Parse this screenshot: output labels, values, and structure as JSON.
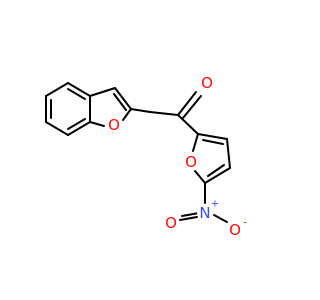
{
  "molecule": {
    "atoms": {
      "carbonyl_o": {
        "label": "O",
        "charge": ""
      },
      "benzofuran_o": {
        "label": "O",
        "charge": ""
      },
      "furan_o": {
        "label": "O",
        "charge": ""
      },
      "nitro_n": {
        "label": "N",
        "charge": "+"
      },
      "nitro_o_left": {
        "label": "O",
        "charge": ""
      },
      "nitro_o_right": {
        "label": "O",
        "charge": "-"
      }
    },
    "colors": {
      "bond": "#000000",
      "oxygen": "#ff0d0d",
      "nitrogen": "#3050f8"
    }
  }
}
